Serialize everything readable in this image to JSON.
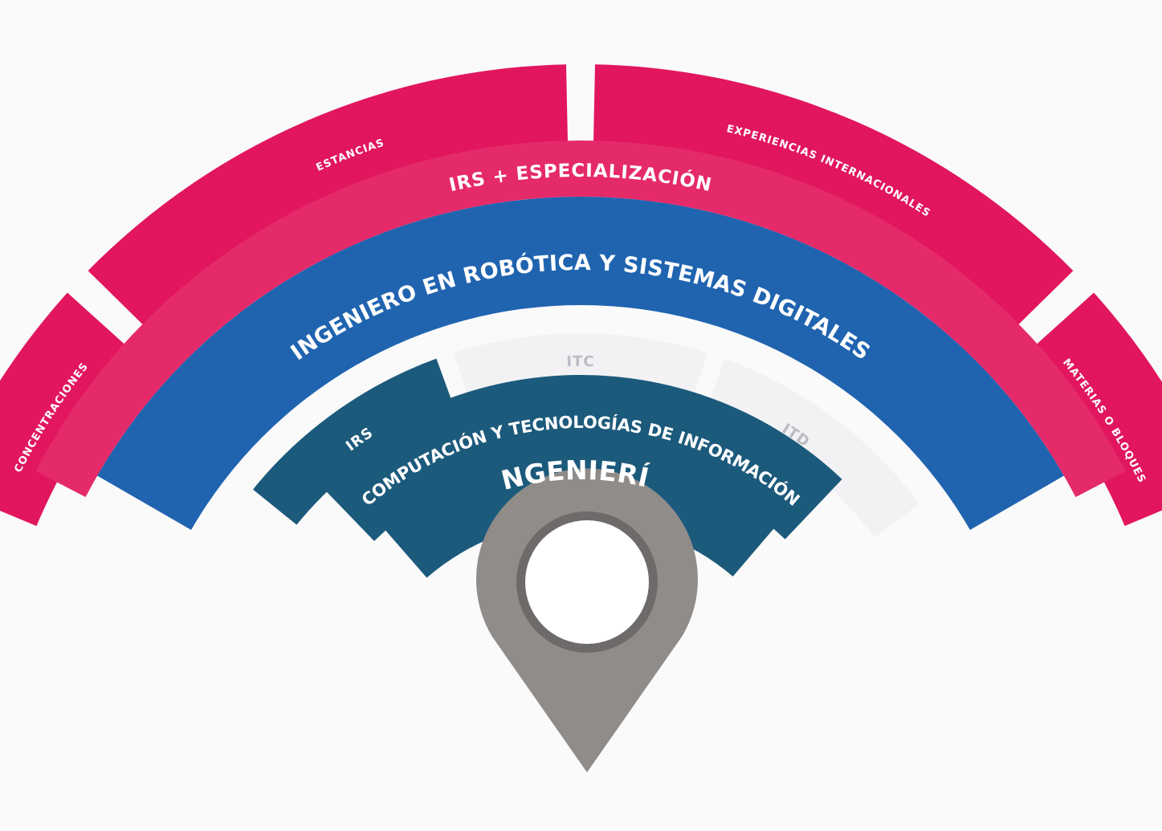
{
  "colors": {
    "background": "#fafafa",
    "outer_pink": "#e1165e",
    "mid_pink": "#e52a6a",
    "blue": "#2064b0",
    "teal": "#1c5a7c",
    "light_gray": "#f2f2f4",
    "gray_text": "#b9bcc4",
    "pin": "#908c8a",
    "pin_ring": "#6d6a69",
    "white": "#ffffff"
  },
  "pin_icon": "map-pin-icon",
  "outer_segments": [
    {
      "id": "concentraciones",
      "label": "CONCENTRACIONES"
    },
    {
      "id": "estancias",
      "label": "ESTANCIAS"
    },
    {
      "id": "experiencias",
      "label": "EXPERIENCIAS INTERNACIONALES"
    },
    {
      "id": "materias",
      "label": "MATERIAS O BLOQUES"
    }
  ],
  "specialization": {
    "label": "IRS + ESPECIALIZACIÓN"
  },
  "degree": {
    "label": "INGENIERO EN ROBÓTICA Y SISTEMAS DIGITALES"
  },
  "options": [
    {
      "id": "irs",
      "label": "IRS"
    },
    {
      "id": "itc",
      "label": "ITC"
    },
    {
      "id": "itd",
      "label": "ITD"
    }
  ],
  "area": {
    "label": "COMPUTACIÓN Y TECNOLOGÍAS DE INFORMACIÓN"
  },
  "school": {
    "label": "INGENIERÍA"
  }
}
